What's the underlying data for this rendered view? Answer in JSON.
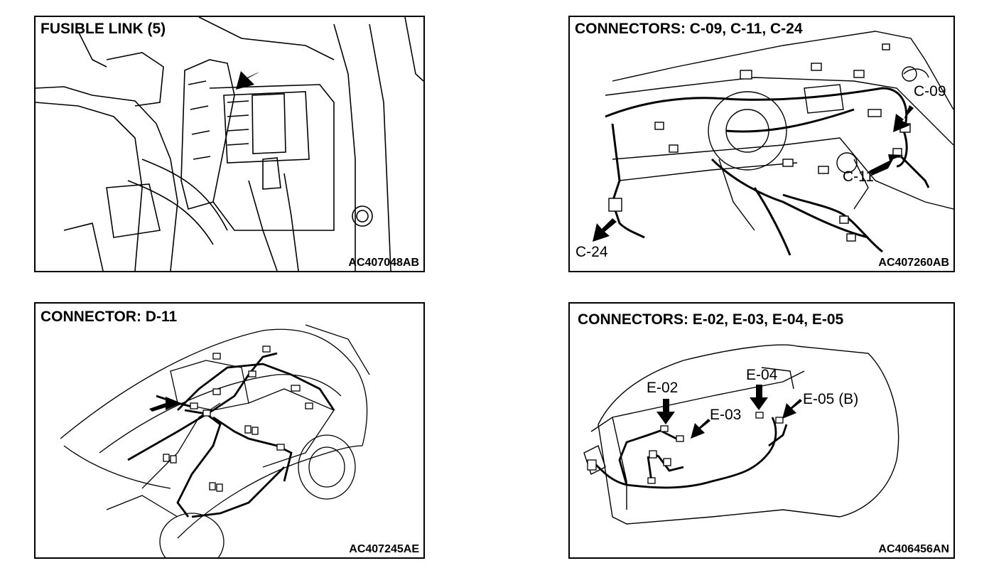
{
  "panels": [
    {
      "title": "FUSIBLE LINK (5)",
      "code": "AC407048AB"
    },
    {
      "title": "CONNECTORS: C-09, C-11, C-24",
      "code": "AC407260AB",
      "labels": {
        "c09": "C-09",
        "c11": "C-11",
        "c24": "C-24"
      }
    },
    {
      "title": "CONNECTOR: D-11",
      "code": "AC407245AE"
    },
    {
      "title": "CONNECTORS: E-02, E-03, E-04, E-05",
      "code": "AC406456AN",
      "labels": {
        "e02": "E-02",
        "e03": "E-03",
        "e04": "E-04",
        "e05": "E-05 (B)"
      }
    }
  ],
  "icons": [
    "pointer-arrow-icon"
  ]
}
